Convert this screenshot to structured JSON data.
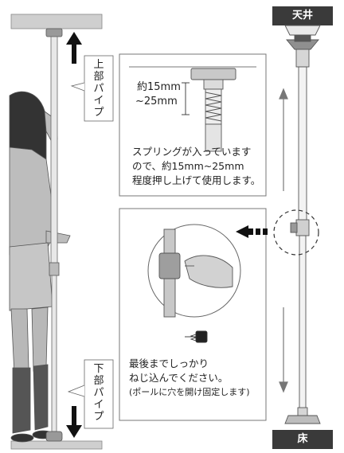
{
  "labels": {
    "upper_pipe": "上部パイプ",
    "lower_pipe": "下部パイプ",
    "ceiling": "天井",
    "floor": "床"
  },
  "spring_panel": {
    "measure_top": "約15mm",
    "measure_bottom": "~25mm",
    "text": [
      "スプリングが入っています",
      "ので、約15mm~25mm",
      "程度押し上げて使用します。"
    ]
  },
  "screw_panel": {
    "text": [
      "最後までしっかり",
      "ねじ込んでください。",
      "(ポールに穴を開け固定します)"
    ]
  }
}
